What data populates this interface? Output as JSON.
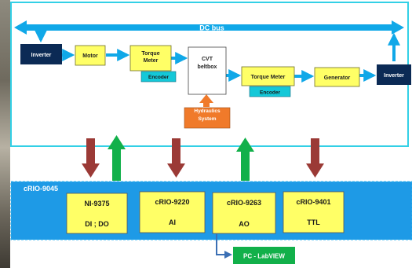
{
  "bus": {
    "label": "DC bus"
  },
  "blocks": {
    "inverter_left": "Inverter",
    "motor": "Motor",
    "torque_meter_1": "Torque Meter",
    "encoder_1": "Encoder",
    "cvt": "CVT beltbox",
    "hydraulics": "Hydraulics System",
    "torque_meter_2": "Torque Meter",
    "encoder_2": "Encoder",
    "generator": "Generator",
    "inverter_right": "Inverter"
  },
  "controller": {
    "name": "cRIO-9045",
    "modules": [
      {
        "title": "NI-9375",
        "signal": "DI ; DO"
      },
      {
        "title": "cRIO-9220",
        "signal": "AI"
      },
      {
        "title": "cRIO-9263",
        "signal": "AO"
      },
      {
        "title": "cRIO-9401",
        "signal": "TTL"
      }
    ],
    "pc": "PC - LabVIEW"
  },
  "colors": {
    "frame_border": "#33d0e6",
    "bus": "#10a8e8",
    "inverter": "#0b2a55",
    "yellow_block": "#ffff66",
    "encoder": "#14c8d8",
    "hydraulics": "#f07a2a",
    "controller_bg": "#1e9ae6",
    "arrow_red": "#9b3a36",
    "arrow_green": "#12b04a",
    "pc": "#12b04a"
  }
}
